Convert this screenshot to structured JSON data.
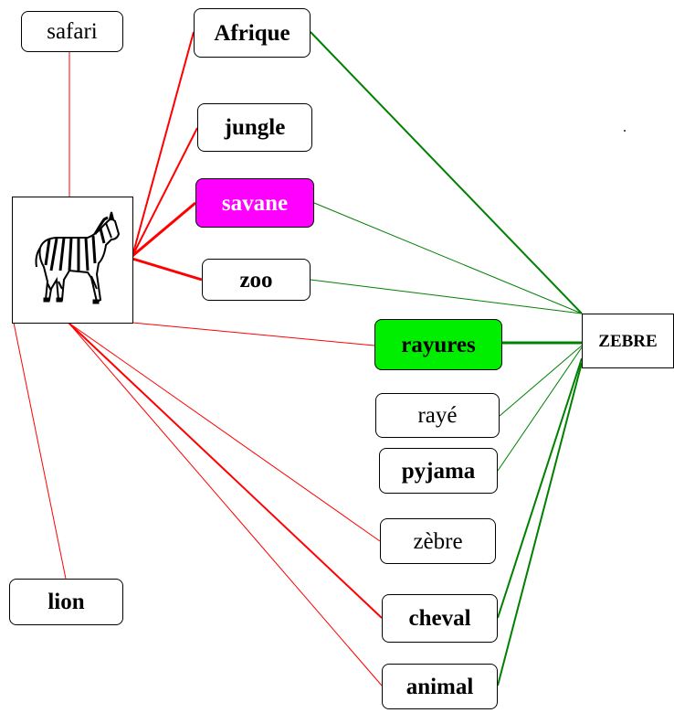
{
  "diagram": {
    "center_image": {
      "icon": "zebra-icon"
    },
    "nodes": {
      "safari": {
        "label": "safari"
      },
      "afrique": {
        "label": "Afrique"
      },
      "jungle": {
        "label": "jungle"
      },
      "savane": {
        "label": "savane"
      },
      "zoo": {
        "label": "zoo"
      },
      "rayures": {
        "label": "rayures"
      },
      "zebre_main": {
        "label": "ZEBRE"
      },
      "raye": {
        "label": "rayé"
      },
      "pyjama": {
        "label": "pyjama"
      },
      "zebre": {
        "label": "zèbre"
      },
      "cheval": {
        "label": "cheval"
      },
      "animal": {
        "label": "animal"
      },
      "lion": {
        "label": "lion"
      }
    },
    "colors": {
      "red_link": "#ff0000",
      "green_link": "#008000",
      "savane_fill": "#ff00ff",
      "rayures_fill": "#00ee00"
    },
    "image_links": [
      "safari",
      "afrique",
      "jungle",
      "savane",
      "zoo",
      "rayures",
      "zebre",
      "cheval",
      "animal",
      "lion"
    ],
    "word_links": [
      "afrique",
      "savane",
      "zoo",
      "rayures",
      "raye",
      "pyjama",
      "cheval",
      "animal"
    ]
  }
}
